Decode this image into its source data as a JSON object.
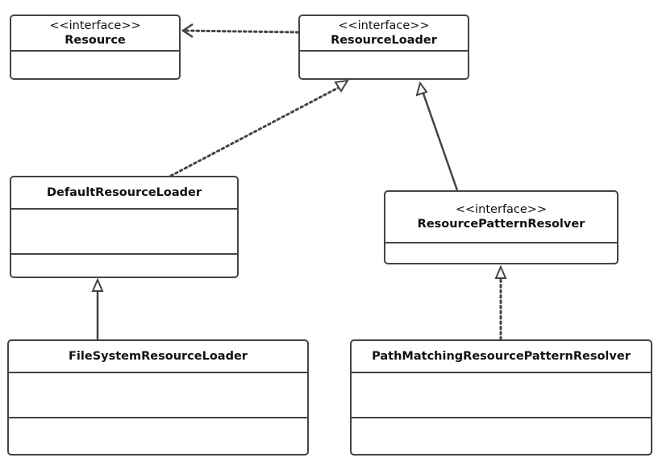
{
  "diagram": {
    "classes": [
      {
        "id": "resource",
        "stereotype": "<<interface>>",
        "name": "Resource"
      },
      {
        "id": "resource-loader",
        "stereotype": "<<interface>>",
        "name": "ResourceLoader"
      },
      {
        "id": "default-resource-loader",
        "name": "DefaultResourceLoader"
      },
      {
        "id": "resource-pattern-resolver",
        "stereotype": "<<interface>>",
        "name": "ResourcePatternResolver"
      },
      {
        "id": "file-system-resource-loader",
        "name": "FileSystemResourceLoader"
      },
      {
        "id": "path-matching-resource-pattern-resolver",
        "name": "PathMatchingResourcePatternResolver"
      }
    ],
    "relations": [
      {
        "from": "resource-loader",
        "to": "resource",
        "kind": "dependency"
      },
      {
        "from": "default-resource-loader",
        "to": "resource-loader",
        "kind": "realization"
      },
      {
        "from": "resource-pattern-resolver",
        "to": "resource-loader",
        "kind": "generalization"
      },
      {
        "from": "file-system-resource-loader",
        "to": "default-resource-loader",
        "kind": "generalization"
      },
      {
        "from": "path-matching-resource-pattern-resolver",
        "to": "resource-pattern-resolver",
        "kind": "realization"
      }
    ],
    "colors": {
      "line": "#444444",
      "text": "#111111",
      "background": "#ffffff"
    }
  }
}
